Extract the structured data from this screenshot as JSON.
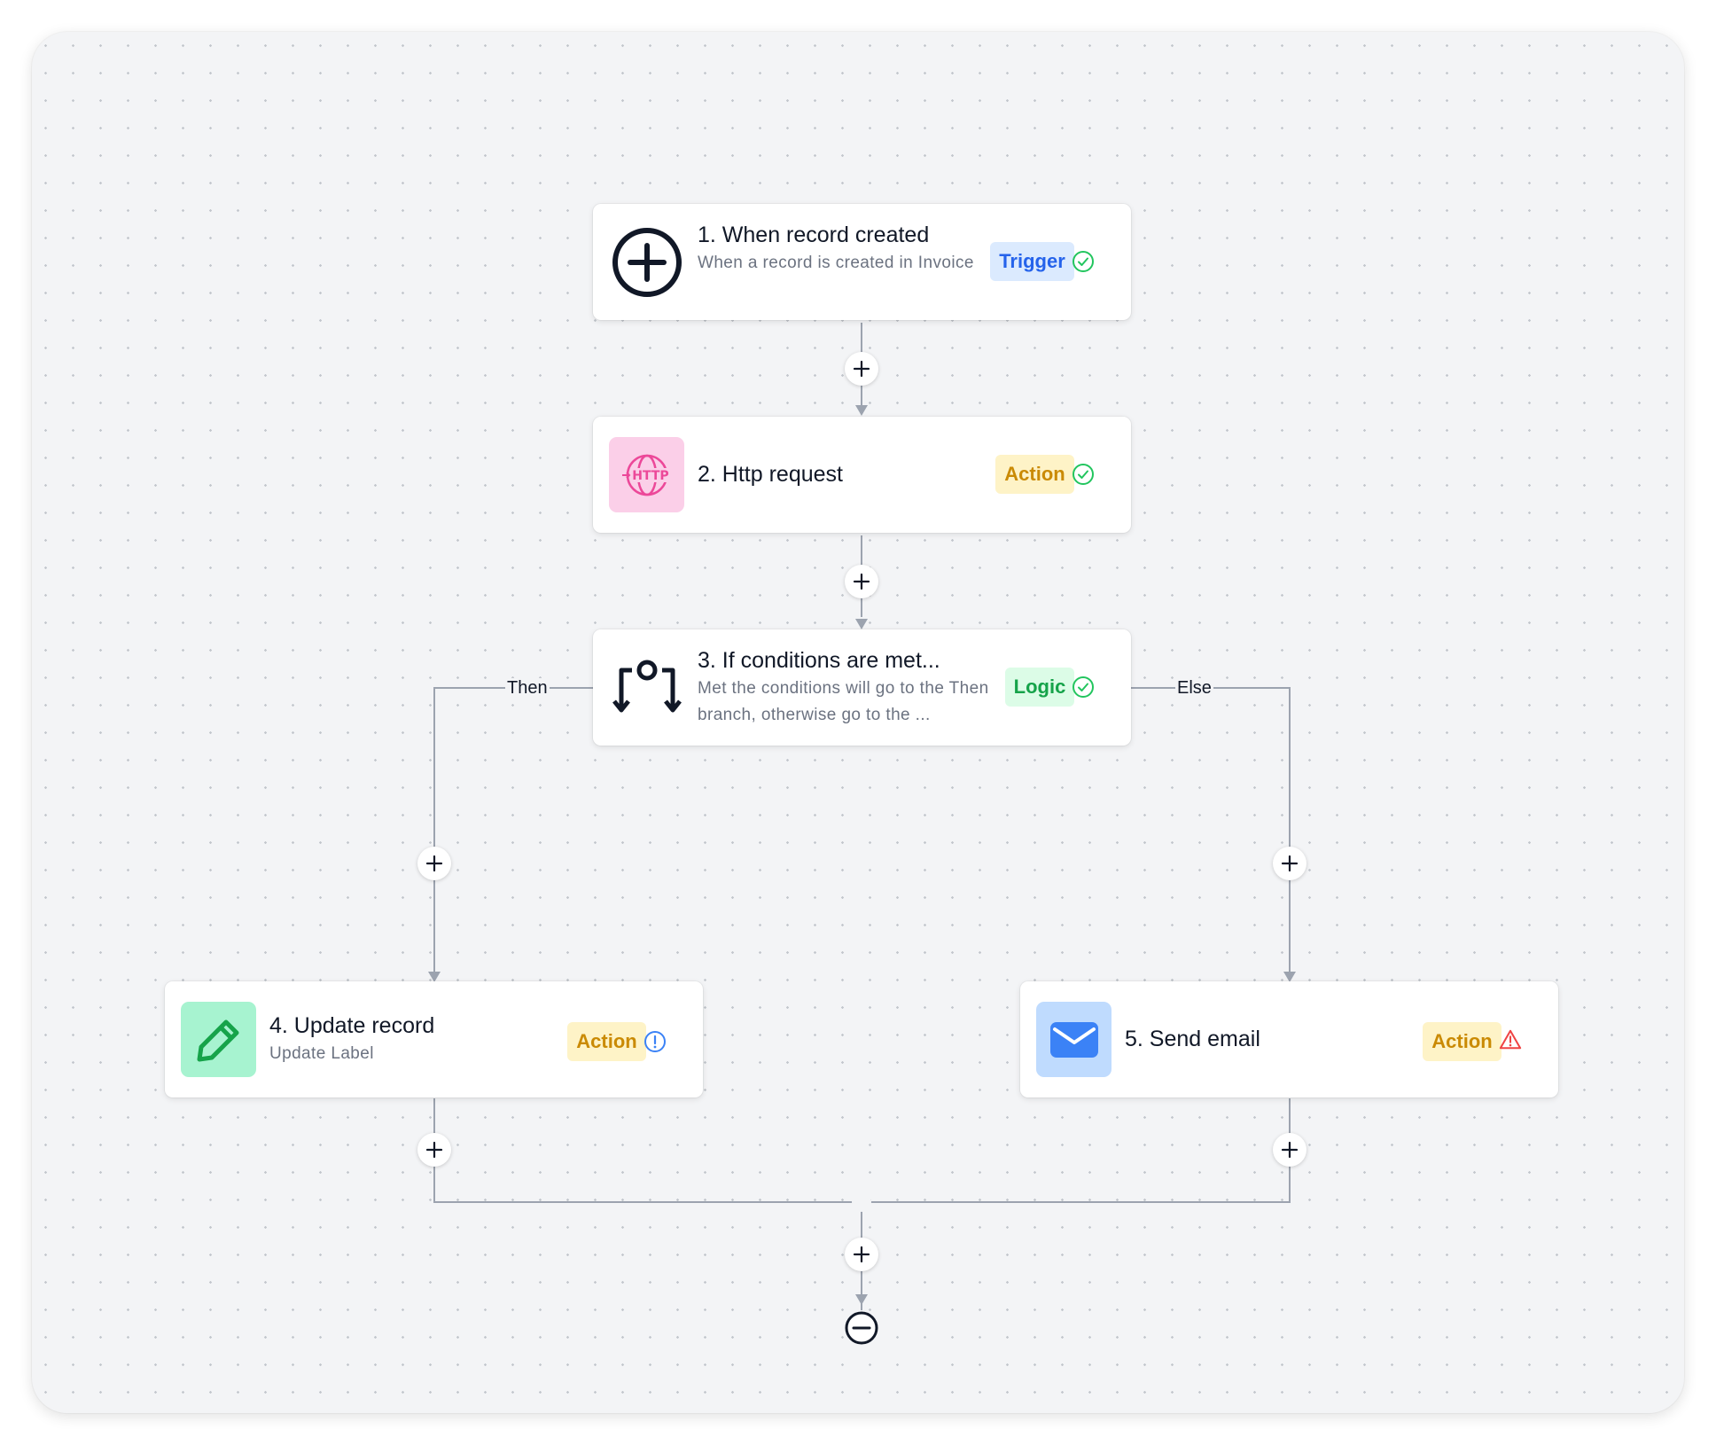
{
  "nodes": [
    {
      "title": "1. When record created",
      "description": "When a record is created in Invoice",
      "badge": "Trigger",
      "status": "success",
      "icon": "plus-circle-icon"
    },
    {
      "title": "2. Http request",
      "description": "",
      "badge": "Action",
      "status": "success",
      "icon": "http-globe-icon",
      "icon_text": "HTTP"
    },
    {
      "title": "3. If conditions are met...",
      "description": "Met the conditions will go to the Then branch, otherwise go to the ...",
      "badge": "Logic",
      "status": "success",
      "icon": "branch-icon"
    },
    {
      "title": "4. Update record",
      "description": "Update Label",
      "badge": "Action",
      "status": "info",
      "icon": "pencil-icon"
    },
    {
      "title": "5. Send email",
      "description": "",
      "badge": "Action",
      "status": "warning",
      "icon": "mail-icon"
    }
  ],
  "branches": {
    "then_label": "Then",
    "else_label": "Else"
  },
  "colors": {
    "trigger_bg": "#dbeafe",
    "trigger_text": "#2563eb",
    "action_bg": "#fef3c7",
    "action_text": "#ca8a04",
    "logic_bg": "#dcfce7",
    "logic_text": "#16a34a",
    "success": "#22c55e",
    "info": "#3b82f6",
    "warning": "#ef4444",
    "http_bg": "#fbcfe8",
    "http_fg": "#ec4899",
    "pencil_bg": "#a7f3d0",
    "pencil_fg": "#16a34a",
    "mail_bg": "#bfdbfe",
    "mail_fg": "#3b82f6"
  }
}
